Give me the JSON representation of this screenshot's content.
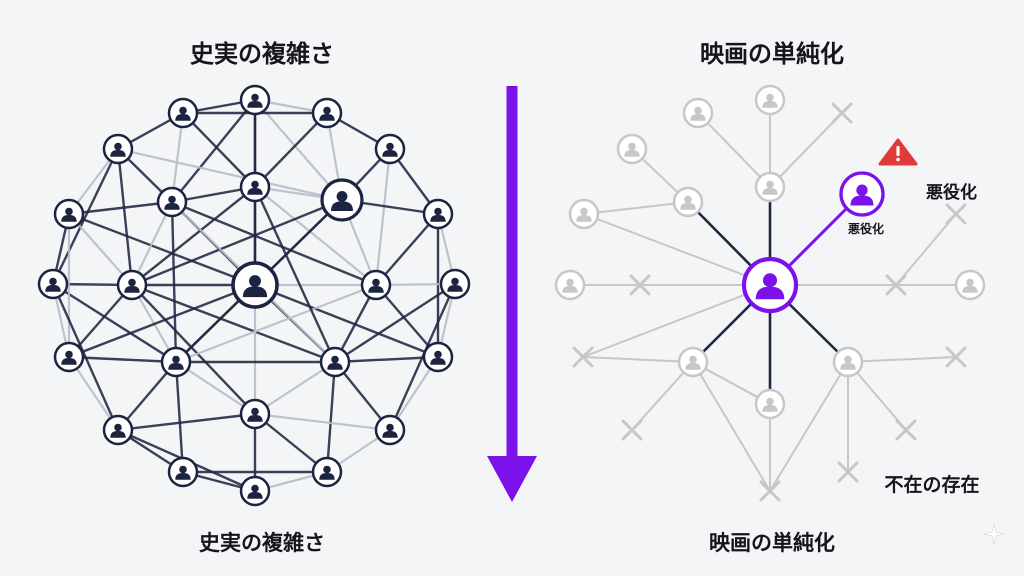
{
  "diagram": {
    "left_title": "史実の複雑さ",
    "right_title": "映画の単純化",
    "left_caption": "史実の複雑さ",
    "right_caption": "映画の単純化",
    "villain_label": "悪役化",
    "villain_label_small": "悪役化",
    "absence_label": "不在の存在",
    "warning_icon": "warning-triangle-icon",
    "colors": {
      "node_dark": "#1b2440",
      "edge_dark": "#1f2742",
      "edge_light": "#b8bcc6",
      "accent_purple": "#7b12ea",
      "faded_gray": "#c7c7c7",
      "warning_red": "#e03a3a",
      "background": "#f4f5f7"
    }
  }
}
